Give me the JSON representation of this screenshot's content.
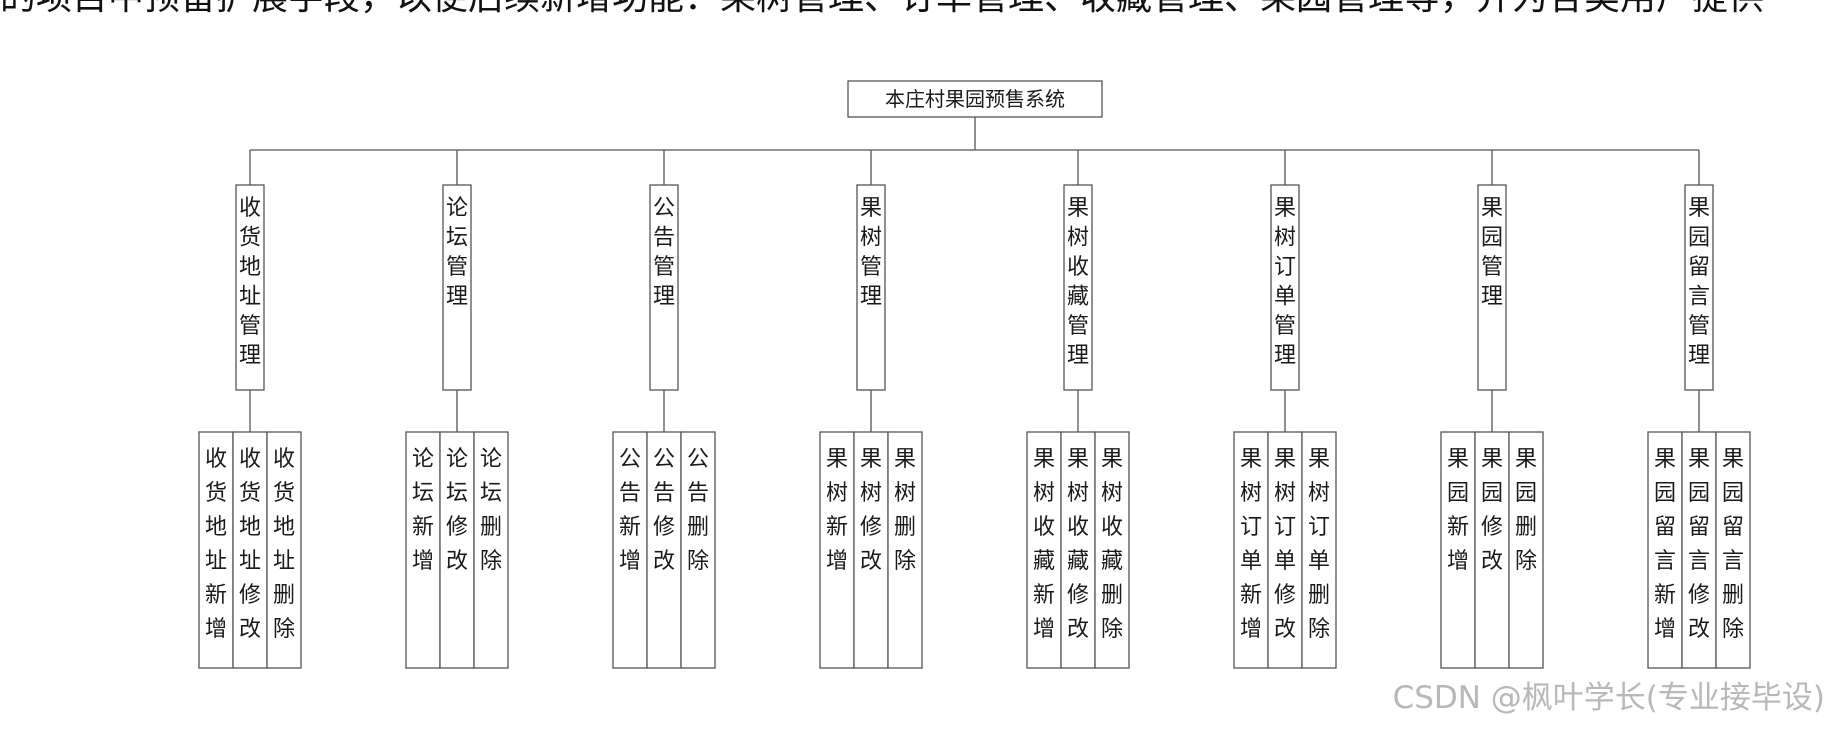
{
  "top_text": "的项目中预留扩展字段，以便后续新增功能：果树管理、订单管理、收藏管理、果园管理等，并为各类用户提供",
  "watermark": "CSDN @枫叶学长(专业接毕设)",
  "root": {
    "label": "本庄村果园预售系统"
  },
  "modules": [
    {
      "label": "收货地址管理",
      "children": [
        "收货地址新增",
        "收货地址修改",
        "收货地址删除"
      ]
    },
    {
      "label": "论坛管理",
      "children": [
        "论坛新增",
        "论坛修改",
        "论坛删除"
      ]
    },
    {
      "label": "公告管理",
      "children": [
        "公告新增",
        "公告修改",
        "公告删除"
      ]
    },
    {
      "label": "果树管理",
      "children": [
        "果树新增",
        "果树修改",
        "果树删除"
      ]
    },
    {
      "label": "果树收藏管理",
      "children": [
        "果树收藏新增",
        "果树收藏修改",
        "果树收藏删除"
      ]
    },
    {
      "label": "果树订单管理",
      "children": [
        "果树订单新增",
        "果树订单修改",
        "果树订单删除"
      ]
    },
    {
      "label": "果园管理",
      "children": [
        "果园新增",
        "果园修改",
        "果园删除"
      ]
    },
    {
      "label": "果园留言管理",
      "children": [
        "果园留言新增",
        "果园留言修改",
        "果园留言删除"
      ]
    }
  ]
}
